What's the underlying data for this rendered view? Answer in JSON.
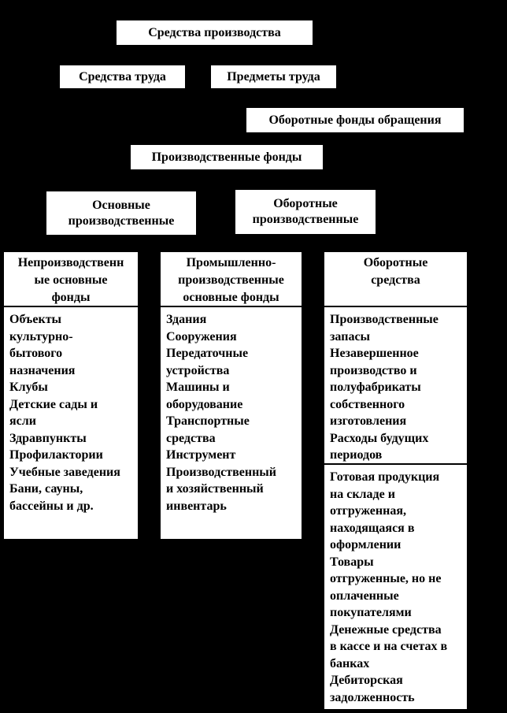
{
  "colors": {
    "background": "#000000",
    "box_fill": "#ffffff",
    "border": "#000000",
    "text": "#000000"
  },
  "top_boxes": [
    {
      "label": "Средства производства"
    },
    {
      "label": "Средства труда"
    },
    {
      "label": "Предметы  труда"
    },
    {
      "label": "Оборотные фонды обращения"
    },
    {
      "label": "Производственные фонды"
    },
    {
      "label": "Основные\nпроизводственные"
    },
    {
      "label": "Оборотные\nпроизводственные"
    }
  ],
  "columns": [
    {
      "header": "Непроизводственн\nые основные\nфонды",
      "sections": [
        {
          "items": [
            "Объекты\nкультурно-\nбытового\nназначения",
            "Клубы",
            "Детские сады и\nясли",
            "Здравпункты",
            "Профилактории",
            "Учебные заведения",
            "Бани, сауны,\nбассейны и др."
          ]
        }
      ]
    },
    {
      "header": "Промышленно-\nпроизводственные\nосновные фонды",
      "sections": [
        {
          "items": [
            "Здания",
            "Сооружения",
            "Передаточные\nустройства",
            "Машины и\nоборудование",
            "Транспортные\nсредства",
            "Инструмент",
            "Производственный\nи хозяйственный\nинвентарь"
          ]
        }
      ]
    },
    {
      "header": "Оборотные\nсредства",
      "sections": [
        {
          "items": [
            "Производственные\nзапасы",
            "Незавершенное\nпроизводство и\nполуфабрикаты\nсобственного\nизготовления",
            "Расходы будущих\nпериодов"
          ]
        },
        {
          "items": [
            "Готовая продукция\nна складе и\nотгруженная,\nнаходящаяся в\nоформлении",
            "Товары\nотгруженные, но не\nоплаченные\nпокупателями",
            "Денежные средства\nв кассе и на счетах в\nбанках",
            "Дебиторская\nзадолженность"
          ]
        }
      ]
    }
  ]
}
